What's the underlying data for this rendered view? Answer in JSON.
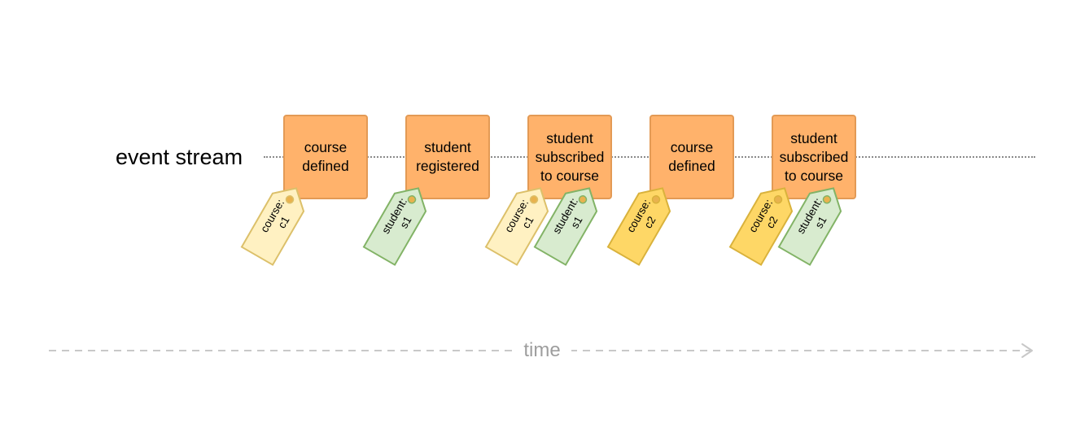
{
  "stream": {
    "label": "event stream"
  },
  "events": [
    {
      "label": "course\ndefined"
    },
    {
      "label": "student\nregistered"
    },
    {
      "label": "student\nsubscribed\nto course"
    },
    {
      "label": "course\ndefined"
    },
    {
      "label": "student\nsubscribed\nto course"
    }
  ],
  "tags": [
    {
      "key": "course:",
      "value": "c1",
      "kind": "course-c1"
    },
    {
      "key": "student:",
      "value": "s1",
      "kind": "student-s1"
    },
    {
      "key": "course:",
      "value": "c1",
      "kind": "course-c1"
    },
    {
      "key": "student:",
      "value": "s1",
      "kind": "student-s1"
    },
    {
      "key": "course:",
      "value": "c2",
      "kind": "course-c2"
    },
    {
      "key": "course:",
      "value": "c2",
      "kind": "course-c2"
    },
    {
      "key": "student:",
      "value": "s1",
      "kind": "student-s1"
    }
  ],
  "colors": {
    "event_fill": "#ffb26b",
    "event_border": "#e39a55",
    "course-c1": {
      "fill": "#fff1c2",
      "stroke": "#dcc06a"
    },
    "course-c2": {
      "fill": "#fed766",
      "stroke": "#d9b23c"
    },
    "student-s1": {
      "fill": "#d8ebcf",
      "stroke": "#82b366"
    },
    "tag_hole": "#e8b24e"
  },
  "time": {
    "label": "time"
  }
}
